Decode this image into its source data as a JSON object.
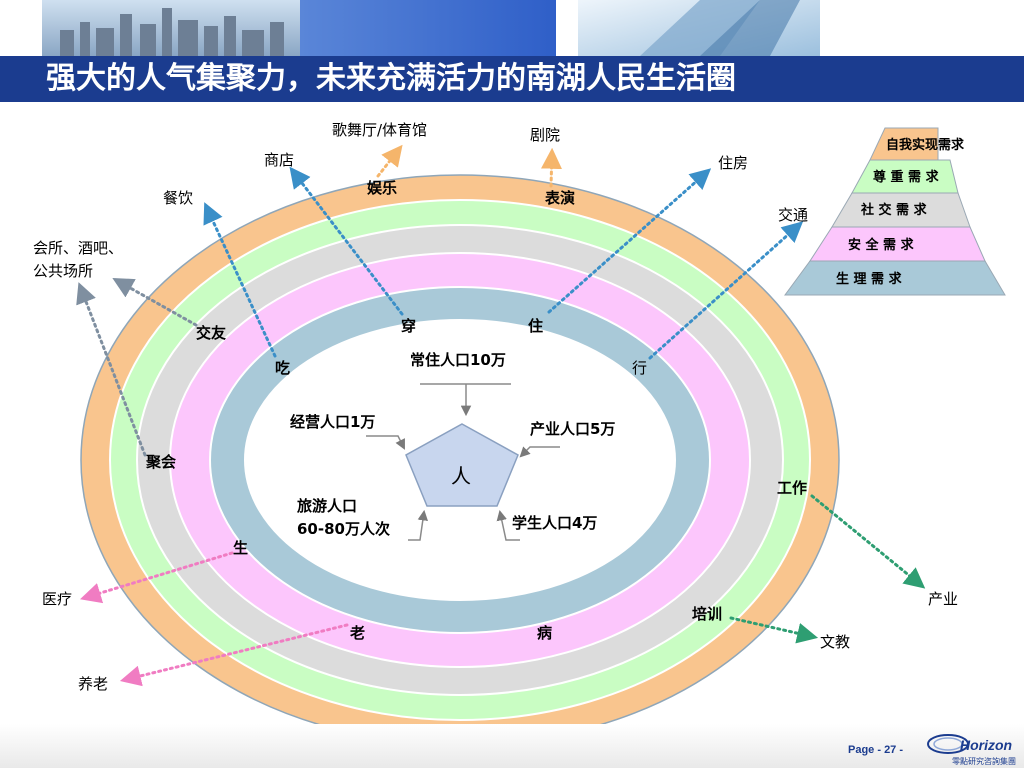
{
  "header": {
    "title": "强大的人气集聚力，未来充满活力的南湖人民生活圈"
  },
  "diagram": {
    "center": "人",
    "populations": {
      "resident": "常住人口10万",
      "business": "经营人口1万",
      "industry": "产业人口5万",
      "tourist_line1": "旅游人口",
      "tourist_line2": "60-80万人次",
      "student": "学生人口4万"
    },
    "inner_ring": {
      "chuan": "穿",
      "zhu": "住",
      "chi": "吃",
      "xing": "行"
    },
    "ring_labels": {
      "yule": "娱乐",
      "biaoyan": "表演",
      "jiaoyou": "交友",
      "juhui": "聚会",
      "sheng": "生",
      "lao": "老",
      "bing": "病",
      "gongzuo": "工作",
      "peixun": "培训"
    },
    "outer_labels": {
      "gewuting": "歌舞厅/体育馆",
      "juyuan": "剧院",
      "shangdian": "商店",
      "zhufang": "住房",
      "canyin": "餐饮",
      "jiaotong": "交通",
      "huisuo_line1": "会所、酒吧、",
      "huisuo_line2": "公共场所",
      "yiliao": "医疗",
      "yanglao": "养老",
      "chanye": "产业",
      "wenjiao": "文教"
    },
    "colors": {
      "ring_orange": "#f9c58e",
      "ring_green": "#c9fdc3",
      "ring_gray": "#dcdcdc",
      "ring_pink": "#fcc6fc",
      "ring_blue": "#a9c9d8",
      "pentagon": "#c8d6ee"
    }
  },
  "pyramid": {
    "levels": [
      {
        "label": "自我实现需求",
        "color": "#f9c58e"
      },
      {
        "label": "尊 重 需 求",
        "color": "#c9fdc3"
      },
      {
        "label": "社 交 需 求",
        "color": "#dcdcdc"
      },
      {
        "label": "安 全 需 求",
        "color": "#fcc6fc"
      },
      {
        "label": "生 理 需 求",
        "color": "#a9c9d8"
      }
    ]
  },
  "footer": {
    "page": "Page - 27 -",
    "logo_text": "Horizon",
    "logo_sub": "零點研究咨詢集團"
  }
}
